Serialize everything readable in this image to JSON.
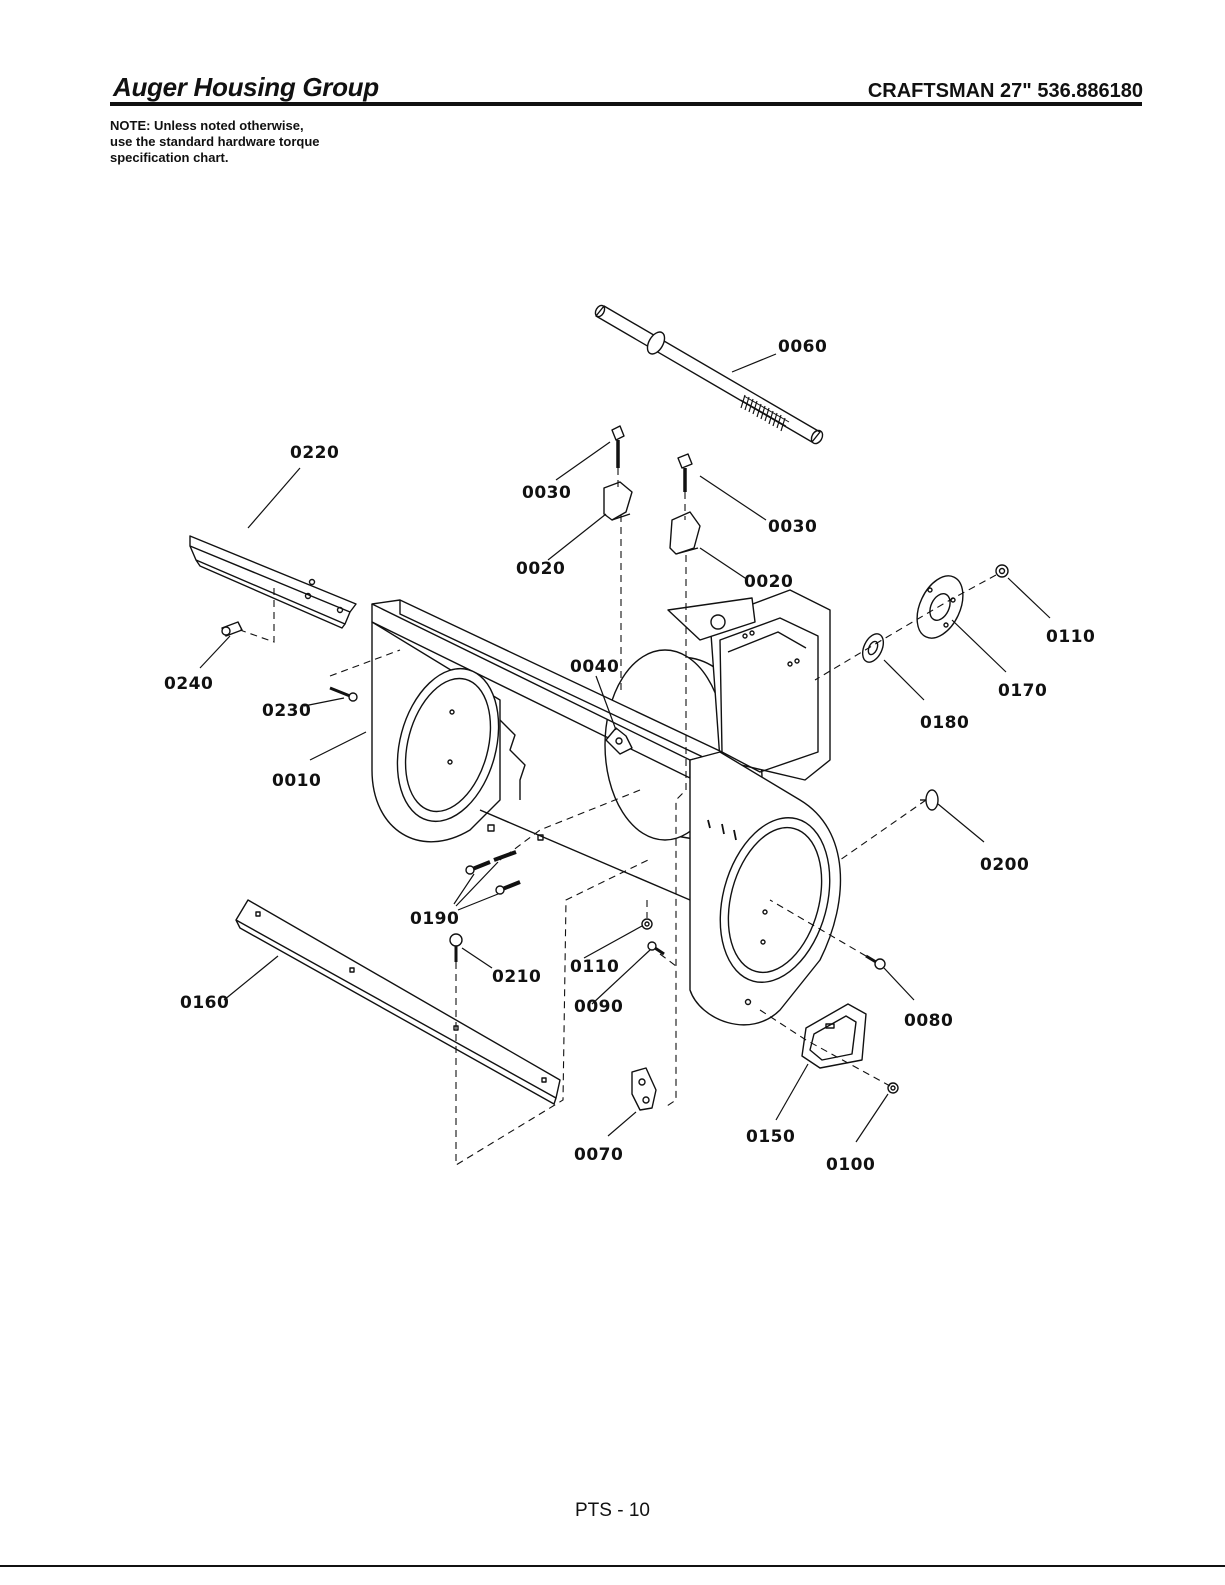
{
  "header": {
    "title": "Auger Housing Group",
    "model": "CRAFTSMAN 27\" 536.886180"
  },
  "note": {
    "lines": [
      "NOTE: Unless noted otherwise,",
      "use the standard hardware torque",
      "specification chart."
    ]
  },
  "callouts": {
    "c0060": "0060",
    "c0220": "0220",
    "c0030a": "0030",
    "c0030b": "0030",
    "c0020a": "0020",
    "c0020b": "0020",
    "c0110a": "0110",
    "c0170": "0170",
    "c0180": "0180",
    "c0040": "0040",
    "c0240": "0240",
    "c0230": "0230",
    "c0010": "0010",
    "c0200": "0200",
    "c0190": "0190",
    "c0210": "0210",
    "c0110b": "0110",
    "c0090": "0090",
    "c0160": "0160",
    "c0080": "0080",
    "c0150": "0150",
    "c0070": "0070",
    "c0100": "0100"
  },
  "footer": {
    "page": "PTS - 10"
  }
}
